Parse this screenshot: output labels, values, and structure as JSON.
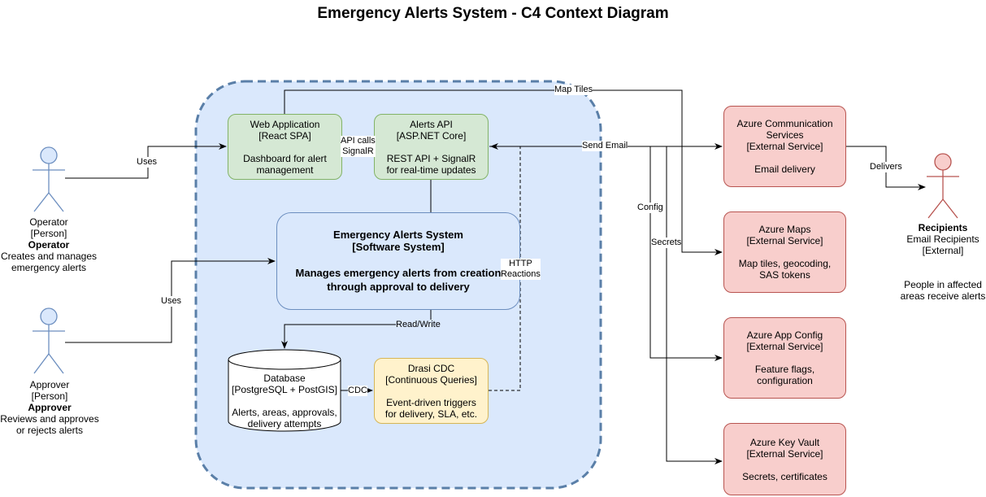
{
  "title": "Emergency Alerts System - C4 Context Diagram",
  "people": {
    "operator": {
      "name": "Operator",
      "kind": "[Person]",
      "role": "Operator",
      "desc": [
        "Creates and manages",
        "emergency alerts"
      ]
    },
    "approver": {
      "name": "Approver",
      "kind": "[Person]",
      "role": "Approver",
      "desc": [
        "Reviews and approves",
        "or rejects alerts"
      ]
    },
    "recipients": {
      "role": "Recipients",
      "name": "Email Recipients",
      "kind": "[External]",
      "desc": [
        "People in affected",
        "areas receive alerts"
      ]
    }
  },
  "containers": {
    "web_app": {
      "name": "Web Application",
      "tech": "[React SPA]",
      "desc": [
        "Dashboard for alert",
        "management"
      ]
    },
    "alerts_api": {
      "name": "Alerts API",
      "tech": "[ASP.NET Core]",
      "desc": [
        "REST API + SignalR",
        "for real-time updates"
      ]
    },
    "system": {
      "name": "Emergency Alerts System",
      "tech": "[Software System]",
      "desc": [
        "Manages emergency alerts from creation",
        "through approval to delivery"
      ]
    },
    "database": {
      "name": "Database",
      "tech": "[PostgreSQL + PostGIS]",
      "desc": [
        "Alerts, areas, approvals,",
        "delivery attempts"
      ]
    },
    "drasi": {
      "name": "Drasi CDC",
      "tech": "[Continuous Queries]",
      "desc": [
        "Event-driven triggers",
        "for delivery, SLA, etc."
      ]
    }
  },
  "external": {
    "acs": {
      "name": [
        "Azure Communication",
        "Services"
      ],
      "tech": "[External Service]",
      "desc": [
        "Email delivery"
      ]
    },
    "maps": {
      "name": [
        "Azure Maps"
      ],
      "tech": "[External Service]",
      "desc": [
        "Map tiles, geocoding,",
        "SAS tokens"
      ]
    },
    "app_config": {
      "name": [
        "Azure App Config"
      ],
      "tech": "[External Service]",
      "desc": [
        "Feature flags,",
        "configuration"
      ]
    },
    "key_vault": {
      "name": [
        "Azure Key Vault"
      ],
      "tech": "[External Service]",
      "desc": [
        "Secrets, certificates"
      ]
    }
  },
  "edge_labels": {
    "operator_uses": "Uses",
    "approver_uses": "Uses",
    "api_calls": [
      "API calls",
      "SignalR"
    ],
    "map_tiles": "Map Tiles",
    "send_email": "Send Email",
    "config": "Config",
    "secrets": "Secrets",
    "http_reactions": [
      "HTTP",
      "Reactions"
    ],
    "read_write": "Read/Write",
    "cdc": "CDC",
    "delivers": "Delivers"
  },
  "colors": {
    "container_fill": "#d5e8d4",
    "container_stroke": "#82b366",
    "system_fill": "#dae8fc",
    "system_stroke": "#6c8ebf",
    "cdc_fill": "#fff2cc",
    "cdc_stroke": "#d6b656",
    "external_fill": "#f8cecc",
    "external_stroke": "#b85450",
    "boundary_stroke": "#5a7fa8"
  }
}
